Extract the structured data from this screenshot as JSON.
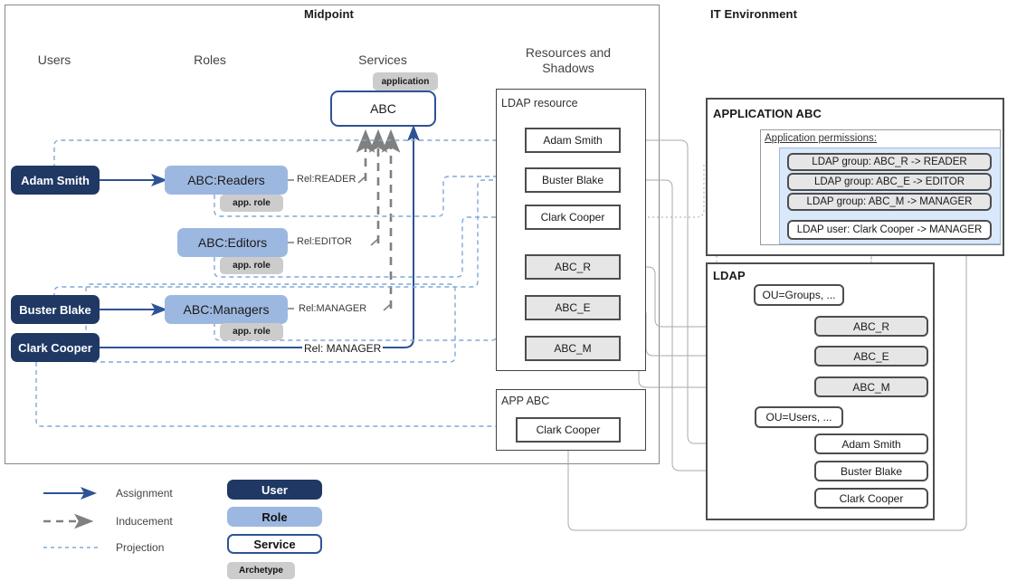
{
  "panels": {
    "midpoint": {
      "title": "Midpoint"
    },
    "it_environment": {
      "title": "IT Environment"
    }
  },
  "columns": [
    {
      "key": "users",
      "label": "Users"
    },
    {
      "key": "roles",
      "label": "Roles"
    },
    {
      "key": "services",
      "label": "Services"
    },
    {
      "key": "resources",
      "label": "Resources and\nShadows",
      "line1": "Resources and",
      "line2": "Shadows"
    }
  ],
  "users": [
    {
      "label": "Adam Smith"
    },
    {
      "label": "Buster Blake"
    },
    {
      "label": "Clark Cooper"
    }
  ],
  "roles": [
    {
      "label": "ABC:Readers",
      "archetype": "app. role",
      "relation": "Rel:READER"
    },
    {
      "label": "ABC:Editors",
      "archetype": "app. role",
      "relation": "Rel:EDITOR"
    },
    {
      "label": "ABC:Managers",
      "archetype": "app. role",
      "relation": "Rel:MANAGER"
    }
  ],
  "direct_relation": {
    "label": "Rel: MANAGER"
  },
  "service": {
    "label": "ABC",
    "archetype": "application"
  },
  "ldap_resource": {
    "title": "LDAP resource",
    "shadows": [
      {
        "label": "Adam Smith",
        "kind": "account"
      },
      {
        "label": "Buster Blake",
        "kind": "account"
      },
      {
        "label": "Clark Cooper",
        "kind": "account"
      },
      {
        "label": "ABC_R",
        "kind": "group"
      },
      {
        "label": "ABC_E",
        "kind": "group"
      },
      {
        "label": "ABC_M",
        "kind": "group"
      }
    ]
  },
  "app_abc_resource": {
    "title": "APP ABC",
    "shadows": [
      {
        "label": "Clark Cooper",
        "kind": "account"
      }
    ]
  },
  "application_abc": {
    "title": "APPLICATION ABC",
    "permissions_label": "Application permissions:",
    "group_permissions": [
      {
        "label": "LDAP group: ABC_R  ->  READER"
      },
      {
        "label": "LDAP group: ABC_E  ->  EDITOR"
      },
      {
        "label": "LDAP group: ABC_M  ->  MANAGER"
      }
    ],
    "user_permissions": [
      {
        "label": "LDAP user: Clark Cooper -> MANAGER"
      }
    ]
  },
  "ldap_directory": {
    "title": "LDAP",
    "ou_groups": "OU=Groups, ...",
    "groups": [
      {
        "label": "ABC_R"
      },
      {
        "label": "ABC_E"
      },
      {
        "label": "ABC_M"
      }
    ],
    "ou_users": "OU=Users, ...",
    "entries": [
      {
        "label": "Adam Smith"
      },
      {
        "label": "Buster Blake"
      },
      {
        "label": "Clark Cooper"
      }
    ]
  },
  "legend": {
    "lines": [
      {
        "label": "Assignment",
        "style": "solid-blue"
      },
      {
        "label": "Inducement",
        "style": "dashed-grey"
      },
      {
        "label": "Projection",
        "style": "dotted-blue"
      }
    ],
    "shapes": [
      {
        "label": "User",
        "style": "user"
      },
      {
        "label": "Role",
        "style": "role"
      },
      {
        "label": "Service",
        "style": "service"
      },
      {
        "label": "Archetype",
        "style": "archetype"
      }
    ]
  },
  "colors": {
    "user_fill": "#1F3864",
    "role_fill": "#9DB8E0",
    "archetype_fill": "#CCCCCC",
    "service_stroke": "#2E5395",
    "assignment": "#2E5395",
    "inducement": "#808080",
    "projection": "#7FA8D9",
    "permission_panel": "#DAE8FC",
    "shadow_group_fill": "#E6E6E6"
  }
}
